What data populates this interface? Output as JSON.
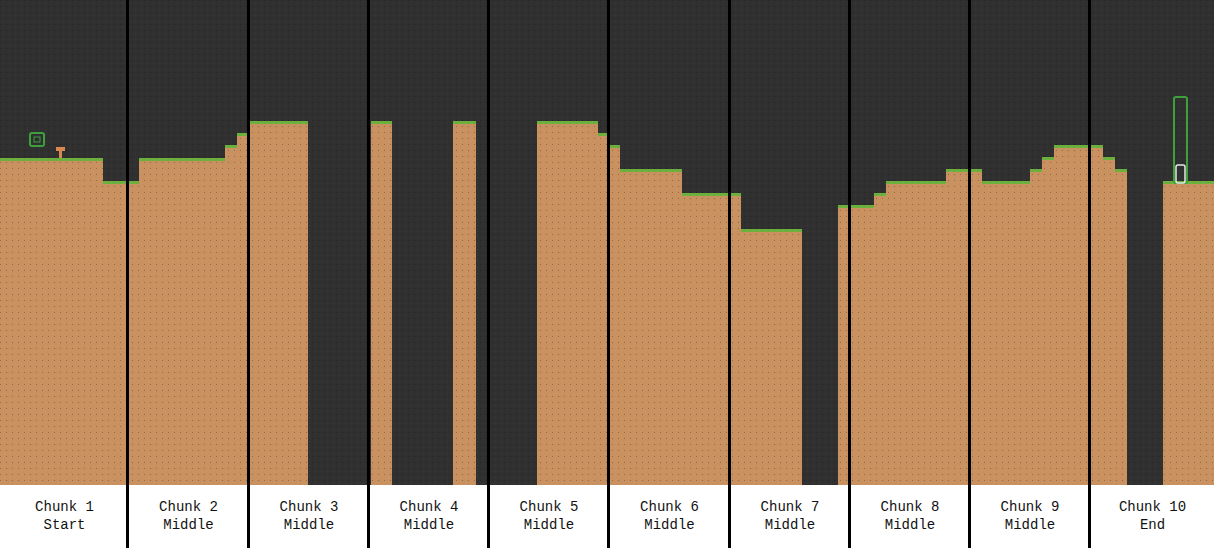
{
  "diagram": {
    "labels": [
      "Chunk 1",
      "Start",
      "Chunk 2",
      "Middle",
      "Chunk 3",
      "Middle",
      "Chunk 4",
      "Middle",
      "Chunk 5",
      "Middle",
      "Chunk 6",
      "Middle",
      "Chunk 7",
      "Middle",
      "Chunk 8",
      "Middle",
      "Chunk 9",
      "Middle",
      "Chunk 10",
      "End"
    ]
  }
}
